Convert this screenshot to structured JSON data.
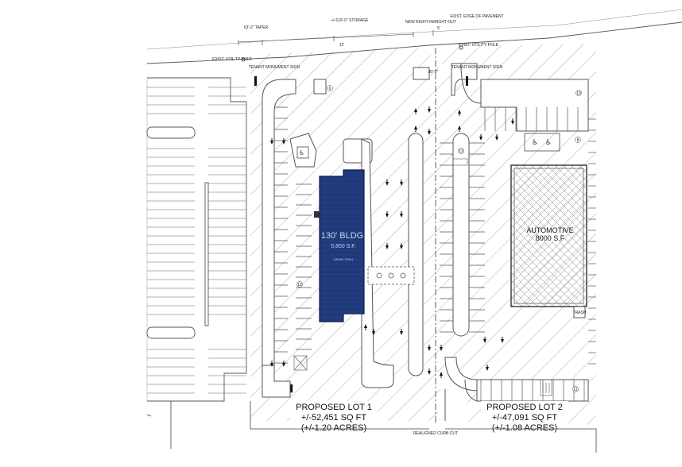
{
  "top_dims": {
    "taper": "63'-2\" TAPER",
    "storage": "+/-110'-0\" STORAGE",
    "dim_small": "12'",
    "new_right_in_right_out": "NEW RIGHT-IN/RIGHT-OUT",
    "dim_r": "5'"
  },
  "callouts": {
    "exist_edge_pavement": "EXIST. EDGE OF PAVEMENT",
    "exist_utility_pole_left": "EXIST. UTIL TY POLE",
    "exist_utility_pole_right": "EXIST. UTILITY POLE",
    "tenant_sign_left": "TENANT MONUMENT SIGN",
    "tenant_sign_right": "TENANT MONUMENT SIGN",
    "drive_width": "30'-0\"",
    "realigned_curb_cut": "REALIGNED CURB CUT",
    "trash_label": "TRASH"
  },
  "building_1": {
    "title": "130' BLDG.",
    "subtitle": "5,850 S.F.",
    "side_note": "DRIVE THRU"
  },
  "building_2": {
    "title": "AUTOMOTIVE",
    "subtitle": "8000 S.F"
  },
  "lot1": {
    "name": "PROPOSED LOT 1",
    "area": "+/-52,451 SQ FT",
    "acres": "(+/-1.20 ACRES)"
  },
  "lot2": {
    "name": "PROPOSED LOT 2",
    "area": "+/-47,091 SQ FT",
    "acres": "(+/-1.08 ACRES)"
  },
  "space_counts": {
    "lot1_top": "6",
    "lot1_side": "12",
    "lot2_top": "10",
    "lot2_right": "8",
    "lot2_bottom": "11",
    "lot2_mid": "12"
  },
  "colors": {
    "building_fill": "#1f3a7a",
    "building_stroke": "#0e1f4a",
    "linework": "#555555",
    "hatch": "#9a9a9a"
  }
}
